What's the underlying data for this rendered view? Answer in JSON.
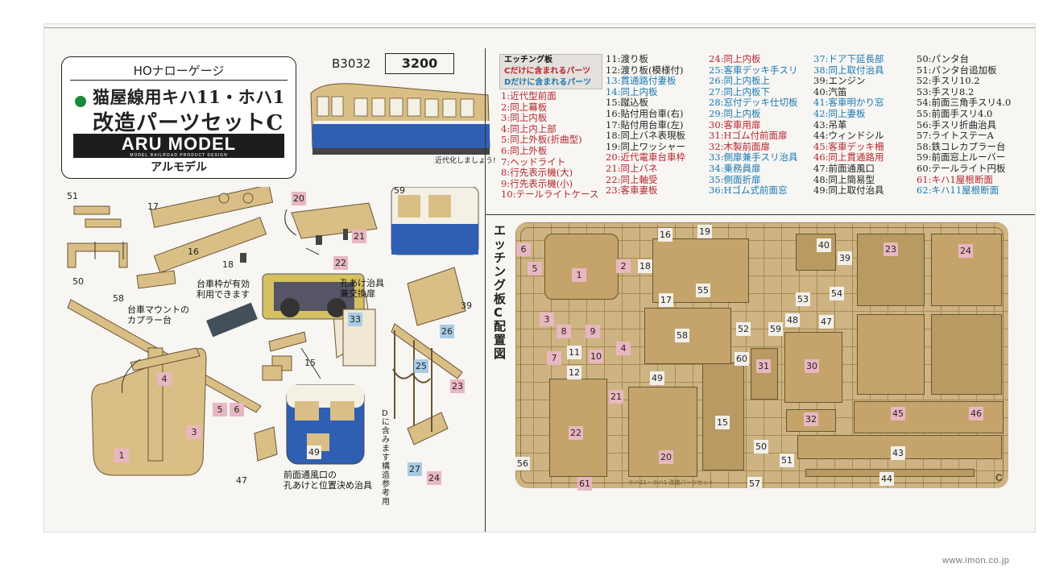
{
  "header": {
    "scale": "HOナローゲージ",
    "product_line1": "猫屋線用キハ11・ホハ1",
    "product_line2": "改造パーツセットC",
    "brand": "ARU MODEL",
    "brand_sub": "MODEL RAILROAD PRODUCT DESIGN",
    "brand_kana": "アルモデル",
    "code": "B3032",
    "price": "3200",
    "caption_modern": "近代化しましょう!"
  },
  "legend": {
    "title": "エッチング板",
    "c_only": "Cだけに含まれるパーツ",
    "d_only": "Dだけに含まれるパーツ"
  },
  "colors": {
    "red": "#b8262e",
    "blue": "#1b78b3",
    "board": "#cdb482",
    "pink": "#e9b7c0",
    "light_blue": "#a8cce6",
    "brand_green": "#1a8a3a"
  },
  "parts_col1": [
    {
      "t": "1:近代型前面",
      "c": "red"
    },
    {
      "t": "2:同上幕板",
      "c": "red"
    },
    {
      "t": "3:同上内板",
      "c": "red"
    },
    {
      "t": "4:同上内上部",
      "c": "red"
    },
    {
      "t": "5:同上外板(折曲型)",
      "c": "red"
    },
    {
      "t": "6:同上外板",
      "c": "red"
    },
    {
      "t": "7:ヘッドライト",
      "c": "red"
    },
    {
      "t": "8:行先表示機(大)",
      "c": "red"
    },
    {
      "t": "9:行先表示機(小)",
      "c": "red"
    },
    {
      "t": "10:テールライトケース",
      "c": "red"
    }
  ],
  "parts_col2": [
    {
      "t": "11:渡り板",
      "c": ""
    },
    {
      "t": "12:渡り板(模様付)",
      "c": ""
    },
    {
      "t": "13:貫通路付妻板",
      "c": "blue"
    },
    {
      "t": "14:同上内板",
      "c": "blue"
    },
    {
      "t": "15:蹴込板",
      "c": ""
    },
    {
      "t": "16:貼付用台車(右)",
      "c": ""
    },
    {
      "t": "17:貼付用台車(左)",
      "c": ""
    },
    {
      "t": "18:同上バネ表現板",
      "c": ""
    },
    {
      "t": "19:同上ワッシャー",
      "c": ""
    },
    {
      "t": "20:近代電車台車枠",
      "c": "red"
    },
    {
      "t": "21:同上バネ",
      "c": "red"
    },
    {
      "t": "22:同上軸受",
      "c": "red"
    },
    {
      "t": "23:客車妻板",
      "c": "red"
    }
  ],
  "parts_col3": [
    {
      "t": "24:同上内板",
      "c": "red"
    },
    {
      "t": "25:客車デッキ手スリ",
      "c": "blue"
    },
    {
      "t": "26:同上内板上",
      "c": "blue"
    },
    {
      "t": "27:同上内板下",
      "c": "blue"
    },
    {
      "t": "28:窓付デッキ仕切板",
      "c": "blue"
    },
    {
      "t": "29:同上内板",
      "c": "blue"
    },
    {
      "t": "30:客車用扉",
      "c": "red"
    },
    {
      "t": "31:Hゴム付前面扉",
      "c": "red"
    },
    {
      "t": "32:木製前面扉",
      "c": "red"
    },
    {
      "t": "33:側扉兼手スリ治具",
      "c": "blue"
    },
    {
      "t": "34:乗務員扉",
      "c": "blue"
    },
    {
      "t": "35:側面折扉",
      "c": "blue"
    },
    {
      "t": "36:Hゴム式前面窓",
      "c": "blue"
    }
  ],
  "parts_col4": [
    {
      "t": "37:ドア下延長部",
      "c": "blue"
    },
    {
      "t": "38:同上取付治具",
      "c": "blue"
    },
    {
      "t": "39:エンジン",
      "c": ""
    },
    {
      "t": "40:汽笛",
      "c": ""
    },
    {
      "t": "41:客車明かり窓",
      "c": "blue"
    },
    {
      "t": "42:同上妻板",
      "c": "blue"
    },
    {
      "t": "43:吊革",
      "c": ""
    },
    {
      "t": "44:ウィンドシル",
      "c": ""
    },
    {
      "t": "45:客車デッキ柵",
      "c": "red"
    },
    {
      "t": "46:同上貫通路用",
      "c": "red"
    },
    {
      "t": "47:前面通風口",
      "c": ""
    },
    {
      "t": "48:同上簡易型",
      "c": ""
    },
    {
      "t": "49:同上取付治具",
      "c": ""
    }
  ],
  "parts_col5": [
    {
      "t": "50:パンタ台",
      "c": ""
    },
    {
      "t": "51:パンタ台追加板",
      "c": ""
    },
    {
      "t": "52:手スリ10.2",
      "c": ""
    },
    {
      "t": "53:手スリ8.2",
      "c": ""
    },
    {
      "t": "54:前面三角手スリ4.0",
      "c": ""
    },
    {
      "t": "55:前面手スリ4.0",
      "c": ""
    },
    {
      "t": "56:手スリ折曲治具",
      "c": ""
    },
    {
      "t": "57:ライトステーA",
      "c": ""
    },
    {
      "t": "58:鉄コレカプラー台",
      "c": ""
    },
    {
      "t": "59:前面窓上ルーバー",
      "c": ""
    },
    {
      "t": "60:テールライト円板",
      "c": ""
    },
    {
      "t": "61:キハ1屋根断面",
      "c": "red"
    },
    {
      "t": "62:キハ11屋根断面",
      "c": "blue"
    }
  ],
  "notes": {
    "coupler_mount": "台車マウントの",
    "coupler_mount2": "カプラー台",
    "truck_frame": "台車枠が有効",
    "truck_frame2": "利用できます",
    "hole_jig": "孔あけ治具",
    "hole_jig2": "兼交換扉",
    "front_vent": "前面通風口の",
    "front_vent2": "孔あけと位置決め治具",
    "d_note": "Dに含みます 構造参考用"
  },
  "board": {
    "title": "エッチング板C配置図",
    "caption": "キハ11・ホハ1 改造パーツセット",
    "corner": "C"
  },
  "site": "www.imon.co.jp"
}
